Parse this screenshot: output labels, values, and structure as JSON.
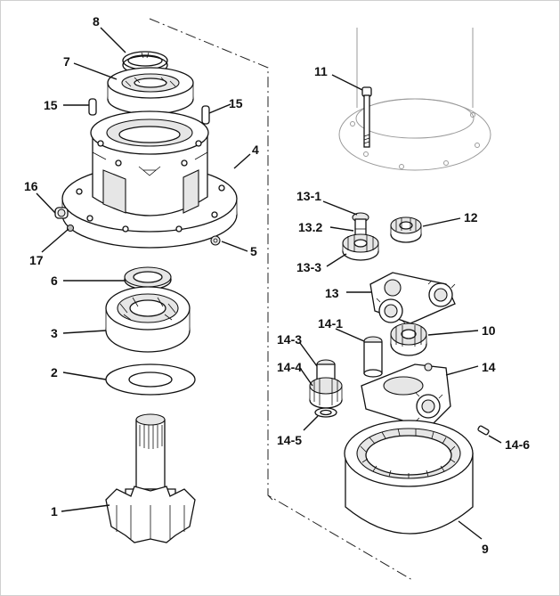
{
  "labels": {
    "l1": "1",
    "l2": "2",
    "l3": "3",
    "l4": "4",
    "l5": "5",
    "l6": "6",
    "l7": "7",
    "l8": "8",
    "l9": "9",
    "l10": "10",
    "l11": "11",
    "l12": "12",
    "l13": "13",
    "l13_1": "13-1",
    "l13_2": "13.2",
    "l13_3": "13-3",
    "l14": "14",
    "l14_1": "14-1",
    "l14_3": "14-3",
    "l14_4": "14-4",
    "l14_5": "14-5",
    "l14_6": "14-6",
    "l15a": "15",
    "l15b": "15",
    "l16": "16",
    "l17": "17"
  }
}
